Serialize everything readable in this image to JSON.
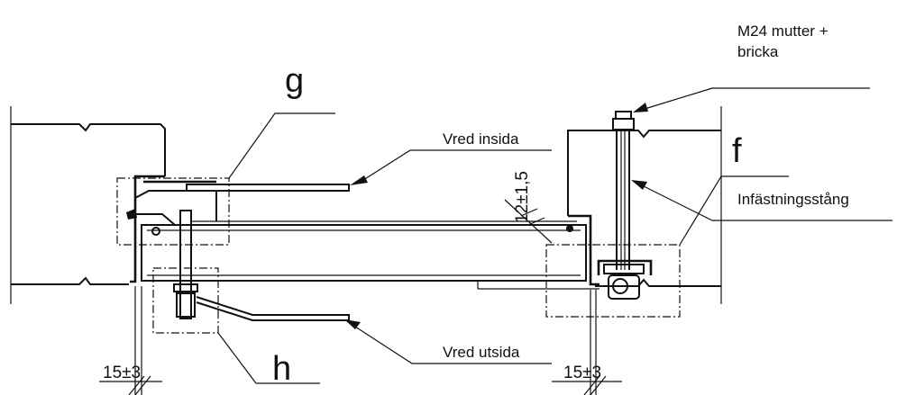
{
  "labels": {
    "nut_line1": "M24 mutter +",
    "nut_line2": "bricka",
    "knob_inside": "Vred insida",
    "knob_outside": "Vred utsida",
    "fixing_rod": "Infästningsstång",
    "detail_g": "g",
    "detail_f": "f",
    "detail_h": "h"
  },
  "dimensions": {
    "gap_left": "15±3",
    "gap_right": "15±3",
    "door_thickness": "12±1,5"
  }
}
